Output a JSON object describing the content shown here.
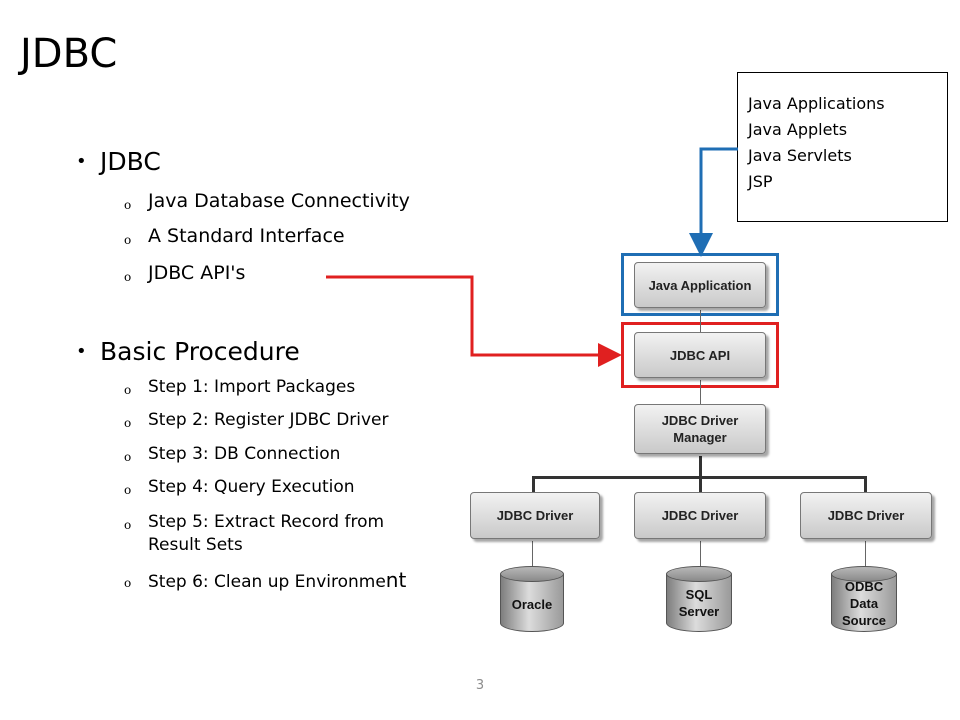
{
  "slide": {
    "title": "JDBC",
    "page_number": "3"
  },
  "bullets": [
    {
      "label": "JDBC",
      "items": [
        "Java Database Connectivity",
        "A Standard Interface",
        "JDBC API's"
      ]
    },
    {
      "label": "Basic Procedure",
      "items": [
        "Step 1: Import Packages",
        "Step 2: Register JDBC Driver",
        "Step 3: DB Connection",
        "Step 4: Query Execution",
        "Step 5: Extract Record from",
        "Result Sets",
        "Step 6: Clean up Environme",
        "nt"
      ]
    }
  ],
  "bullet_glyphs": {
    "main": "•",
    "sub": "o"
  },
  "callout": {
    "lines": [
      "Java Applications",
      "Java Applets",
      "Java Servlets",
      "JSP"
    ]
  },
  "diagram": {
    "app_box": "Java Application",
    "api_box": "JDBC API",
    "manager_box_line1": "JDBC Driver",
    "manager_box_line2": "Manager",
    "drivers": [
      "JDBC Driver",
      "JDBC Driver",
      "JDBC Driver"
    ],
    "datasources": [
      {
        "lines": [
          "Oracle"
        ]
      },
      {
        "lines": [
          "SQL",
          "Server"
        ]
      },
      {
        "lines": [
          "ODBC",
          "Data",
          "Source"
        ]
      }
    ]
  },
  "colors": {
    "blue_highlight": "#1f6eb4",
    "red_highlight": "#e02020",
    "page_number": "#8c8c8c"
  }
}
